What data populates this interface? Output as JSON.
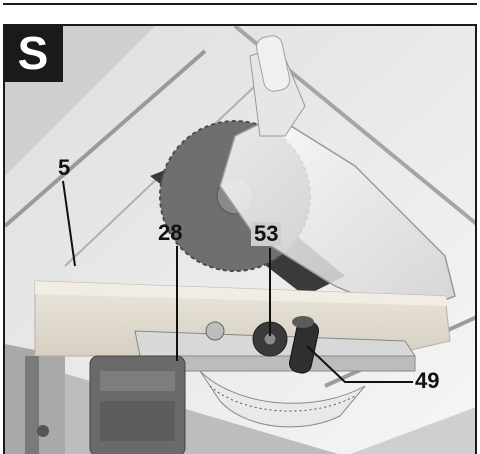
{
  "figure": {
    "badge_letter": "S",
    "callouts": {
      "c5": "5",
      "c28": "28",
      "c53": "53",
      "c49": "49"
    }
  },
  "colors": {
    "ink": "#1a1a1a",
    "table_top": "#e8e8e8",
    "blade": "#7a7a7a",
    "wood": "#e3ddd2",
    "guard": "#f2f2f2"
  }
}
